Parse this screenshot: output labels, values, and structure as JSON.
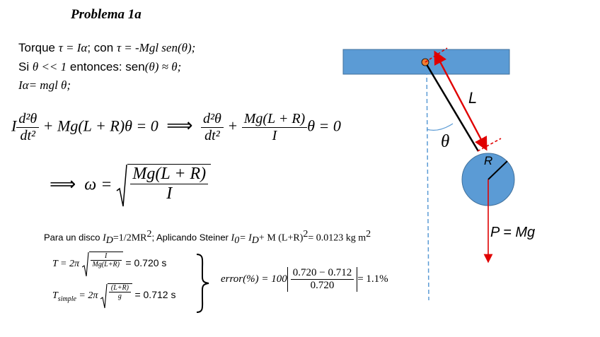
{
  "title": "Problema 1a",
  "text": {
    "torque_word": "Torque ",
    "torque_eq": "τ = Iα",
    "torque_con": "; con ",
    "torque_def": "τ = -Mgl sen(θ);",
    "si_word": "Si ",
    "si_cond": "θ << 1",
    "entonces": " entonces: sen",
    "approx": "(θ) ≈ θ;",
    "i_alpha": "Iα= mgl θ;"
  },
  "equations": {
    "eq1_I": "I",
    "d2theta": "d²θ",
    "dt2": "dt²",
    "eq1_rest": " + Mg(L + R)θ = 0",
    "implies": "⟹",
    "eq2_plus": " + ",
    "mg_lr": "Mg(L + R)",
    "eq2_I": "I",
    "eq2_rest": "θ = 0",
    "omega_lhs": "ω =",
    "omega_num": "Mg(L + R)",
    "omega_den": "I"
  },
  "disk_line": {
    "prefix": "Para un disco ",
    "id_def": "I",
    "id_sub": "D",
    "id_val": "=1/2MR",
    "id_sup": "2",
    "middle": "; Aplicando Steiner ",
    "i0": "I",
    "i0_sub": "0",
    "i0_eq": "= I",
    "i0_d": "D",
    "i0_rest": "+ M (L+R)",
    "i0_sup": "2",
    "i0_val": "= 0.0123 kg m",
    "i0_unit_sup": "2"
  },
  "periods": {
    "t_lhs": "T = 2π",
    "t_num": "I",
    "t_den": "Mg(L+R)",
    "t_val": "= 0.720 s",
    "ts_lhs": "T",
    "ts_sub": "simple",
    "ts_eq": " = 2π",
    "ts_num": "(L+R)",
    "ts_den": "g",
    "ts_val": "= 0.712 s"
  },
  "error": {
    "lhs": "error(%) = 100",
    "num": "0.720 − 0.712",
    "den": "0.720",
    "rhs": "= 1.1%"
  },
  "diagram": {
    "label_L": "L",
    "label_theta": "θ",
    "label_R": "R",
    "label_P": "P = Mg",
    "ceiling_color": "#5b9bd5",
    "pivot_color": "#ed7d31",
    "arrow_color": "#e00000",
    "dashed_color": "#5b9bd5"
  }
}
